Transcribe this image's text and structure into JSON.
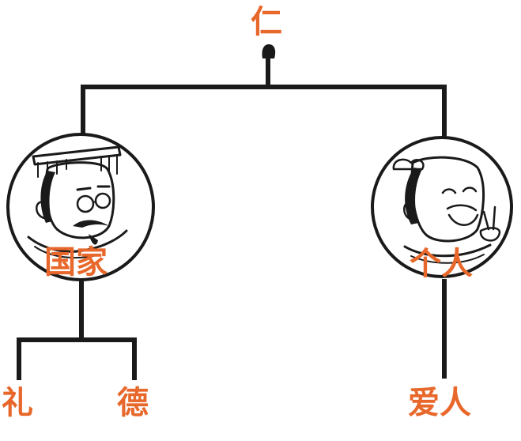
{
  "nodes": {
    "root": {
      "label": "仁"
    },
    "state": {
      "label": "国家"
    },
    "individual": {
      "label": "个人"
    },
    "rites": {
      "label": "礼"
    },
    "virtue": {
      "label": "德"
    },
    "love": {
      "label": "爱人"
    }
  },
  "colors": {
    "label": "#e8672a",
    "line": "#1a1a1a",
    "background": "#ffffff"
  },
  "icons": {
    "state": "emperor-portrait-icon",
    "individual": "scholar-portrait-icon"
  }
}
